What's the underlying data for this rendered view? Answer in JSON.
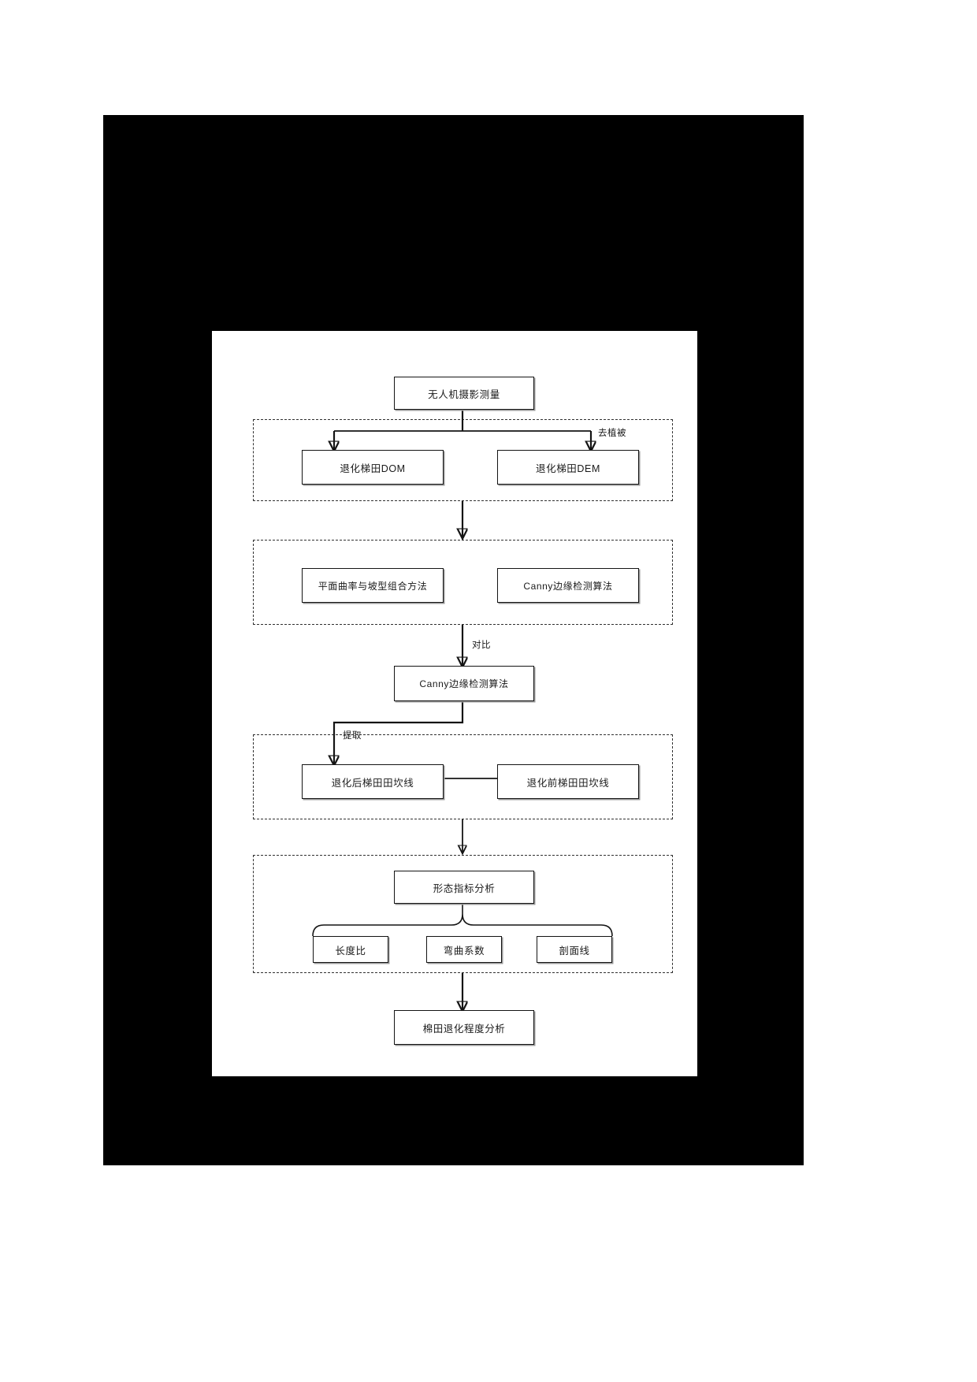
{
  "document": {
    "type": "flowchart",
    "language": "zh",
    "background_color": "#000000",
    "panel_color": "#ffffff",
    "line_color": "#141414"
  },
  "nodes": {
    "uav": "无人机摄影测量",
    "dom": "退化梯田DOM",
    "dem": "退化梯田DEM",
    "curvature_method": "平面曲率与坡型组合方法",
    "canny_right": "Canny边缘检测算法",
    "canny_mid": "Canny边缘检测算法",
    "ridge_after": "退化后梯田田坎线",
    "ridge_before": "退化前梯田田坎线",
    "morph_analysis": "形态指标分析",
    "length_ratio": "长度比",
    "bend_coefficient": "弯曲系数",
    "profile_line": "剖面线",
    "degradation_analysis": "棉田退化程度分析"
  },
  "edge_labels": {
    "devegetation": "去植被",
    "compare": "对比",
    "extract": "提取"
  },
  "groups": [
    {
      "name": "data-acquisition-group"
    },
    {
      "name": "method-group"
    },
    {
      "name": "extraction-group"
    },
    {
      "name": "morphology-group"
    }
  ]
}
